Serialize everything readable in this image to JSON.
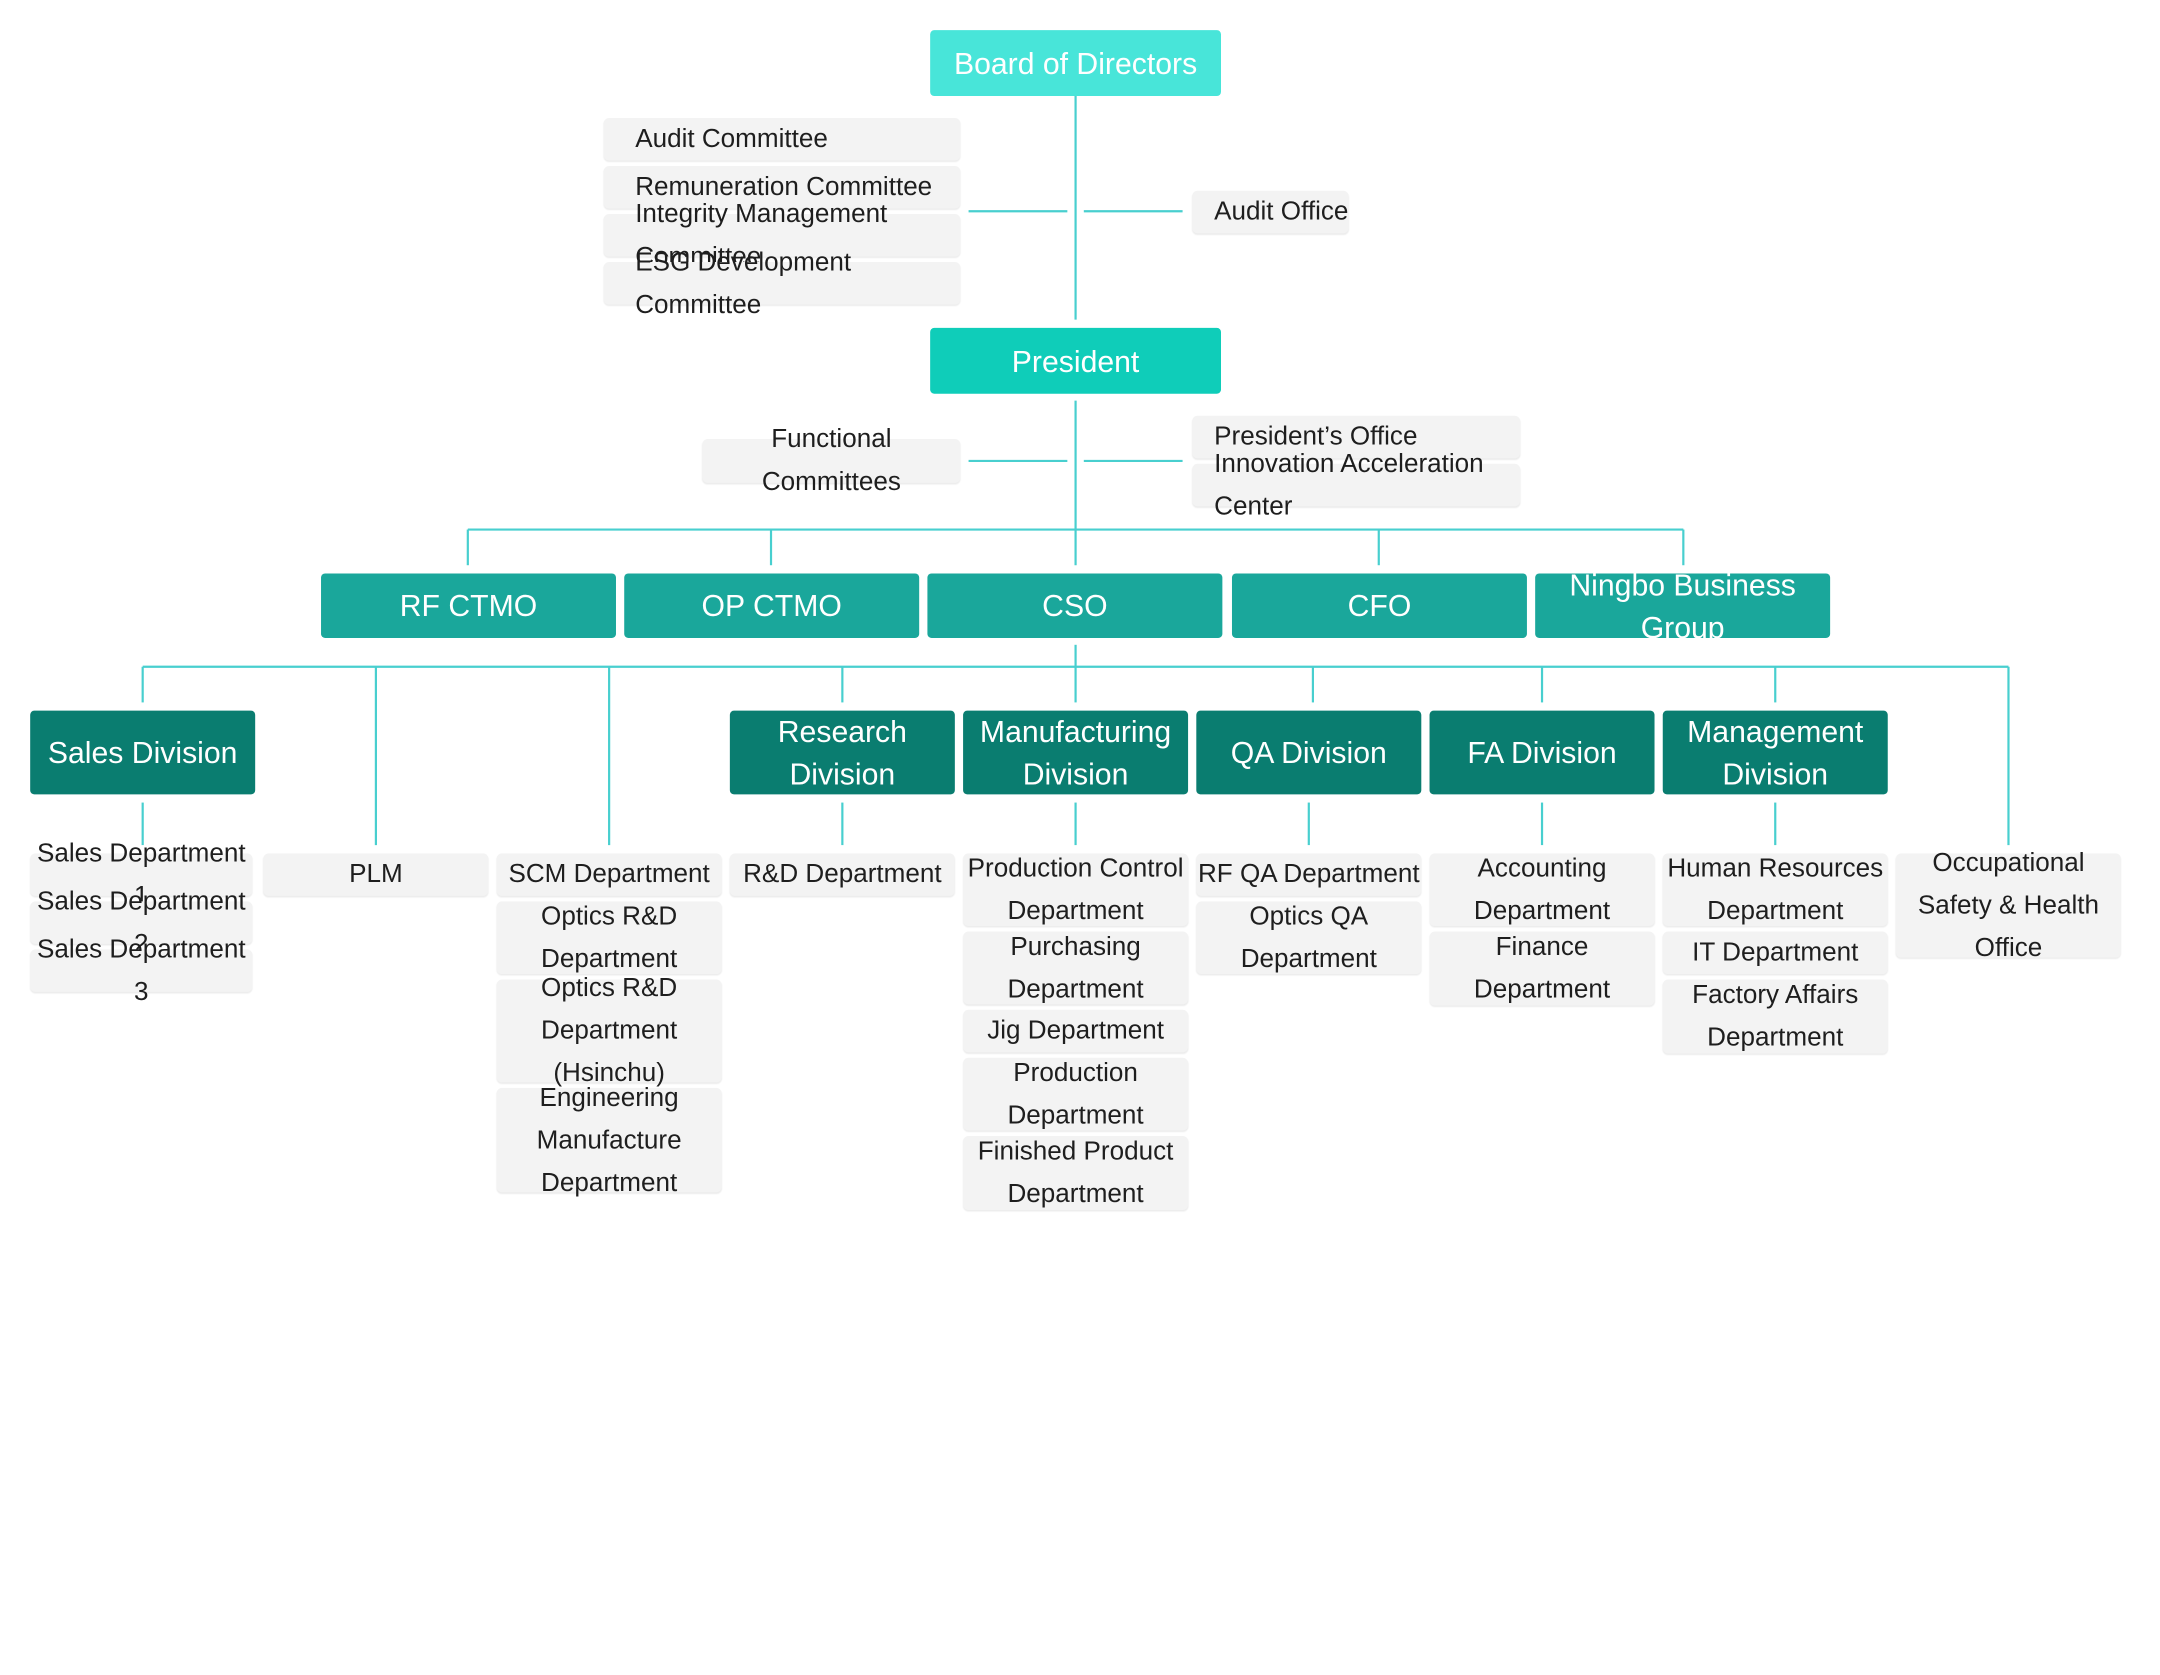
{
  "board": "Board of Directors",
  "committees": [
    "Audit Committee",
    "Remuneration Committee",
    "Integrity Management Committee",
    "ESG Development Committee"
  ],
  "audit_office": "Audit Office",
  "president": "President",
  "functional_committees": "Functional Committees",
  "president_offices": [
    "President’s Office",
    "Innovation Acceleration Center"
  ],
  "executives": [
    "RF CTMO",
    "OP CTMO",
    "CSO",
    "CFO",
    "Ningbo Business Group"
  ],
  "divisions": {
    "sales": "Sales Division",
    "research": "Research\nDivision",
    "manufacturing": "Manufacturing\nDivision",
    "qa": "QA Division",
    "fa": "FA Division",
    "management": "Management\nDivision"
  },
  "departments": {
    "sales": [
      "Sales Department 1",
      "Sales Department 2",
      "Sales Department 3"
    ],
    "plm": "PLM",
    "scm": [
      "SCM Department",
      "Optics R&D\nDepartment",
      "Optics R&D\nDepartment\n(Hsinchu)",
      "Engineering\nManufacture\nDepartment"
    ],
    "research": [
      "R&D Department"
    ],
    "manufacturing": [
      "Production Control\nDepartment",
      "Purchasing\nDepartment",
      "Jig Department",
      "Production\nDepartment",
      "Finished Product\nDepartment"
    ],
    "qa": [
      "RF QA Department",
      "Optics QA\nDepartment"
    ],
    "fa": [
      "Accounting\nDepartment",
      "Finance\nDepartment"
    ],
    "management": [
      "Human Resources\nDepartment",
      "IT Department",
      "Factory Affairs\nDepartment"
    ],
    "safety": "Occupational\nSafety & Health\nOffice"
  },
  "colors": {
    "connector": "#48cfcf",
    "board": "#48e5d9",
    "president": "#0fcdb9",
    "executive": "#1aa79b",
    "division": "#0a7d70",
    "department": "#f3f3f3"
  }
}
